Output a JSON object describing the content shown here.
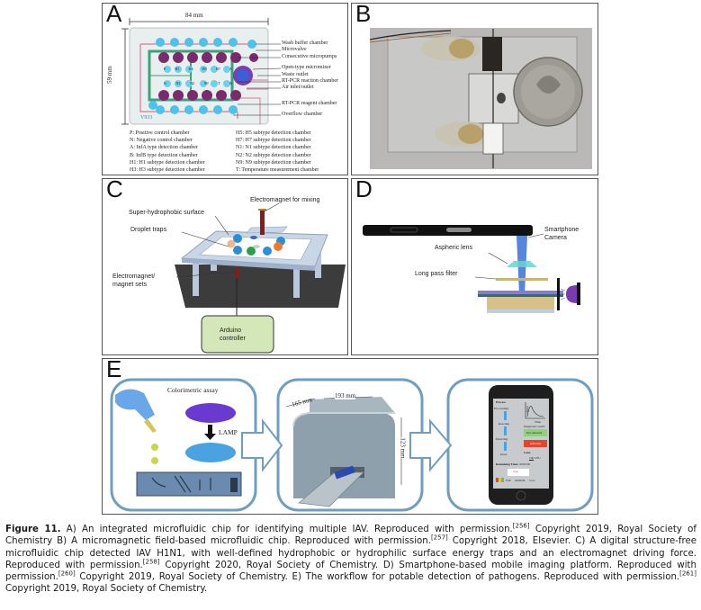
{
  "figure": {
    "panels": {
      "A": {
        "label": "A",
        "width_label": "84 mm",
        "height_label": "59 mm",
        "chip_mark": "V933",
        "chamber_codes_row1": [
          "P",
          "H1",
          "H3",
          "H5",
          "H7",
          "A"
        ],
        "chamber_codes_row2": [
          "N",
          "N1",
          "N2",
          "N9",
          "T",
          "B"
        ],
        "callouts": [
          "Wash buffer chamber",
          "Microvalve",
          "Consecutive micropumps",
          "Open-type micromixer",
          "Waste outlet",
          "RT-PCR reaction chamber",
          "Air inlet/outlet",
          "RT-PCR reagent chamber",
          "Overflow chamber"
        ],
        "legend_left": [
          "P: Positive control chamber",
          "N: Negative control chamber",
          "A: InfA type detection chamber",
          "B: InfB type detection chamber",
          "H1: H1 subtype detection chamber",
          "H3: H3 subtype detection chamber"
        ],
        "legend_right": [
          "H5: H5 subtype detection chamber",
          "H7: H7 subtype detection chamber",
          "N1: N1 subtype detection chamber",
          "N2: N2 subtype detection chamber",
          "N9: N9 subtype detection chamber",
          "T: Temperature measurement chamber"
        ]
      },
      "B": {
        "label": "B"
      },
      "C": {
        "label": "C",
        "labels": {
          "mixing": "Electromagnet for mixing",
          "surface": "Super-hydrophobic surface",
          "traps": "Droplet traps",
          "magnet_line1": "Electromagnet/",
          "magnet_line2": "magnet sets",
          "arduino_line1": "Arduino",
          "arduino_line2": "controller"
        }
      },
      "D": {
        "label": "D",
        "labels": {
          "camera_line1": "Smartphone",
          "camera_line2": "Camera",
          "lens": "Aspheric lens",
          "filter": "Long pass filter"
        }
      },
      "E": {
        "label": "E",
        "assay_title": "Colorimetric assay",
        "lamp": "LAMP",
        "dim_depth": "165 mm",
        "dim_width": "193 mm",
        "dim_height": "123 mm",
        "phone": {
          "process": "Process",
          "steps": [
            "Pre-treating",
            "Reacting",
            "Detecting",
            "Done"
          ],
          "plot_y": "Temp",
          "plot_x": "Time",
          "diagnostic": "Diagnostic result:",
          "not_detected": "Not detected",
          "infection": "Infection",
          "conc": "Conc.",
          "conc_value": "100",
          "conc_unit": "CFU",
          "remaining_label": "Remaining Time:",
          "remaining_value": "00:00:00",
          "stop": "Stop",
          "levels": [
            "Full",
            "medium",
            "Low"
          ]
        }
      }
    },
    "caption": {
      "figure_label": "Figure 11.",
      "segments": [
        {
          "text": " A) An integrated microfluidic chip for identifying multiple IAV. Reproduced with permission.",
          "ref": "[256]"
        },
        {
          "text": " Copyright 2019, Royal Society of Chemistry B) A micromagnetic field-based microfluidic chip. Reproduced with permission.",
          "ref": "[257]"
        },
        {
          "text": " Copyright 2018, Elsevier. C) A digital structure-free microfluidic chip detected IAV H1N1, with well-defined hydrophobic or hydrophilic surface energy traps and an electromagnet driving force. Reproduced with permission.",
          "ref": "[258]"
        },
        {
          "text": " Copyright 2020, Royal Society of Chemistry. D) Smartphone-based mobile imaging platform. Reproduced with permission.",
          "ref": "[260]"
        },
        {
          "text": " Copyright 2019, Royal Society of Chemistry. E) The workflow for potable detection of pathogens. Reproduced with permission.",
          "ref": "[261]"
        },
        {
          "text": " Copyright 2019, Royal Society of Chemistry.",
          "ref": ""
        }
      ]
    }
  }
}
